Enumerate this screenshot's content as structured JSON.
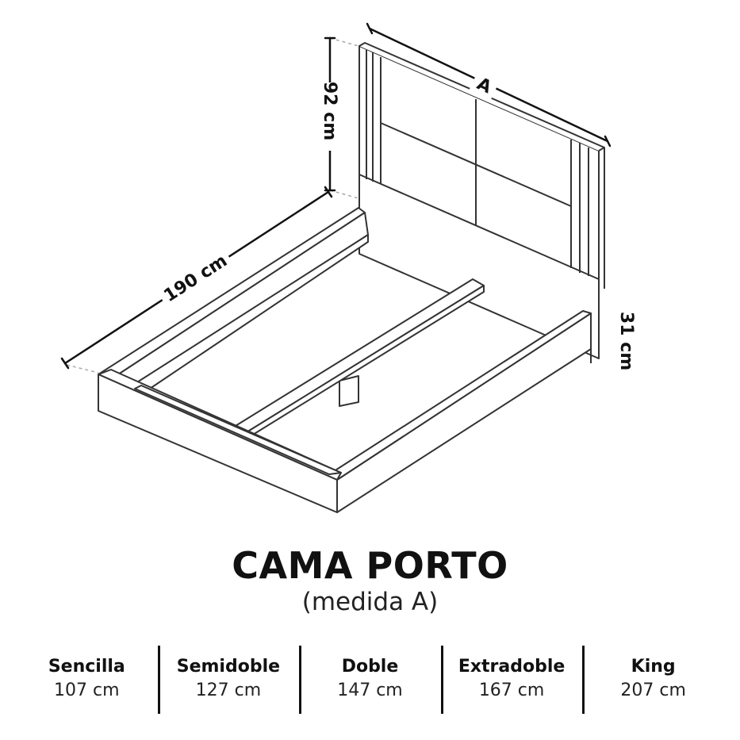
{
  "diagram": {
    "dimensions": {
      "width_label": "A",
      "height_label": "92 cm",
      "length_label": "190 cm",
      "base_height_label": "31 cm"
    }
  },
  "product": {
    "title": "CAMA PORTO",
    "subtitle": "(medida A)"
  },
  "sizes": [
    {
      "name": "Sencilla",
      "value": "107 cm"
    },
    {
      "name": "Semidoble",
      "value": "127 cm"
    },
    {
      "name": "Doble",
      "value": "147 cm"
    },
    {
      "name": "Extradoble",
      "value": "167 cm"
    },
    {
      "name": "King",
      "value": "207 cm"
    }
  ],
  "colors": {
    "ink": "#111111",
    "outline": "#333333",
    "dashed": "#aaaaaa",
    "fill": "#ffffff"
  }
}
